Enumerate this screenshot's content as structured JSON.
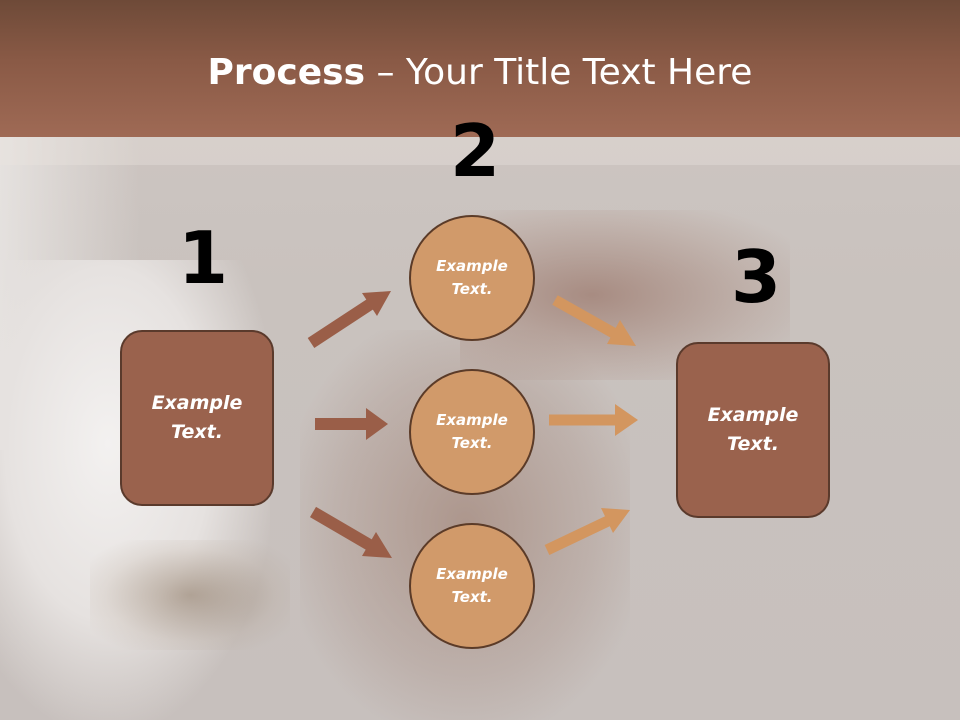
{
  "slide": {
    "title_bold": "Process",
    "title_rest": " – Your Title Text Here"
  },
  "step_numbers": [
    "1",
    "2",
    "3"
  ],
  "left_box": {
    "text_line1": "Example",
    "text_line2": "Text."
  },
  "circles": [
    {
      "text_line1": "Example",
      "text_line2": "Text."
    },
    {
      "text_line1": "Example",
      "text_line2": "Text."
    },
    {
      "text_line1": "Example",
      "text_line2": "Text."
    }
  ],
  "right_box": {
    "text_line1": "Example",
    "text_line2": "Text."
  },
  "colors": {
    "header": "#9f6a55",
    "box_fill": "#9a624d",
    "circle_fill": "#d19a6a",
    "arrow_dark": "#9a5e48",
    "arrow_light": "#d3965f"
  }
}
